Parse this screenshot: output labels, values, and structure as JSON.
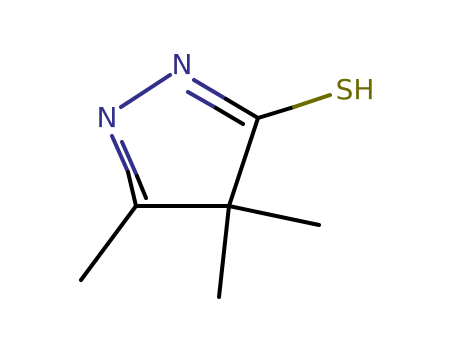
{
  "molecule": {
    "atoms": {
      "n1": {
        "label": "N",
        "color": "#33308c"
      },
      "n2": {
        "label": "N",
        "color": "#33308c"
      },
      "sh": {
        "label": "SH",
        "color": "#6b6b00"
      }
    },
    "colors": {
      "bond": "#000000",
      "nitrogen": "#33308c",
      "sulfur": "#6b6b00"
    }
  }
}
